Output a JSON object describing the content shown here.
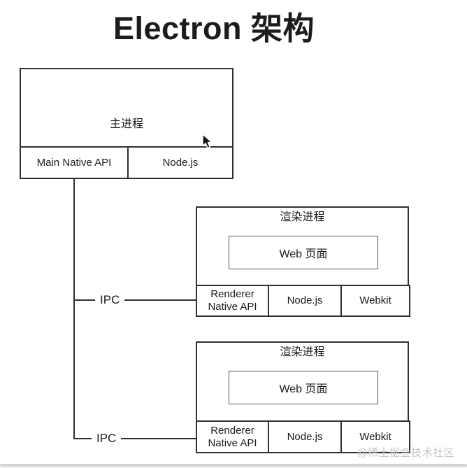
{
  "title": "Electron 架构",
  "main_process": {
    "label": "主进程",
    "cells": [
      "Main Native API",
      "Node.js"
    ]
  },
  "renderers": [
    {
      "label": "渲染进程",
      "web_page": "Web 页面",
      "cells": [
        "Renderer Native API",
        "Node.js",
        "Webkit"
      ]
    },
    {
      "label": "渲染进程",
      "web_page": "Web 页面",
      "cells": [
        "Renderer Native API",
        "Node.js",
        "Webkit"
      ]
    }
  ],
  "ipc_labels": [
    "IPC",
    "IPC"
  ],
  "watermark": "@稀土掘金技术社区",
  "icons": {
    "cursor": "mouse-arrow-cursor"
  },
  "colors": {
    "line": "#2f2f2f",
    "inner_line": "#555555",
    "text": "#1c1c1c",
    "watermark": "#c6c6c6",
    "bottom_bar": "#d9d9d9",
    "background": "#ffffff"
  }
}
